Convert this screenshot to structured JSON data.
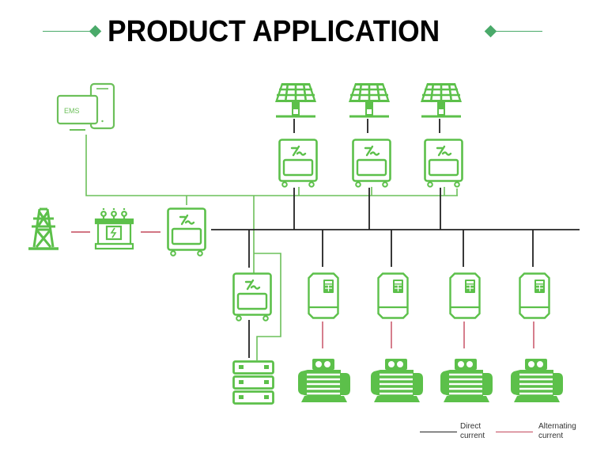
{
  "header": {
    "title": "PRODUCT APPLICATION"
  },
  "colors": {
    "accent_green": "#5cc04a",
    "deco_green": "#4aaa6a",
    "dc_line": "#222222",
    "ac_line": "#c4485c",
    "comm_line": "#6cc05a"
  },
  "nodes": {
    "ems": {
      "label": "EMS",
      "icon": "ems-monitor-tablet-icon"
    },
    "grid": {
      "icon": "power-tower-icon"
    },
    "transformer": {
      "icon": "transformer-icon"
    },
    "grid_inverter": {
      "icon": "inverter-icon"
    },
    "pv_strings": [
      {
        "icon": "solar-panel-icon",
        "inverter_icon": "inverter-icon"
      },
      {
        "icon": "solar-panel-icon",
        "inverter_icon": "inverter-icon"
      },
      {
        "icon": "solar-panel-icon",
        "inverter_icon": "inverter-icon"
      }
    ],
    "storage": {
      "inverter_icon": "inverter-icon",
      "battery_icon": "battery-rack-icon"
    },
    "drives": [
      {
        "drive_icon": "vfd-drive-icon",
        "motor_icon": "motor-icon"
      },
      {
        "drive_icon": "vfd-drive-icon",
        "motor_icon": "motor-icon"
      },
      {
        "drive_icon": "vfd-drive-icon",
        "motor_icon": "motor-icon"
      },
      {
        "drive_icon": "vfd-drive-icon",
        "motor_icon": "motor-icon"
      }
    ]
  },
  "legend": {
    "dc_line1": "Direct",
    "dc_line2": "current",
    "ac_line1": "Alternating",
    "ac_line2": "current"
  }
}
